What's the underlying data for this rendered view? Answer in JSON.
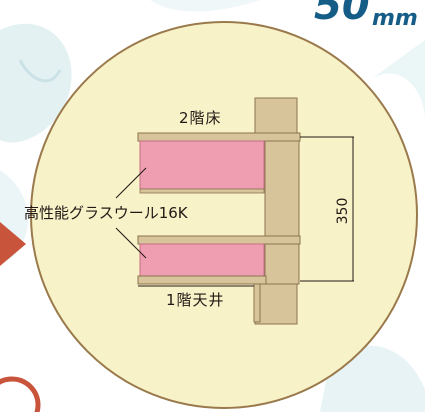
{
  "labels": {
    "floor_2": "2階床",
    "insulation": "高性能グラスウール16K",
    "ceiling_1": "1階天井"
  },
  "dimension": {
    "value": "350"
  },
  "banner": {
    "digits": "50",
    "unit": "mm"
  },
  "colors": {
    "circle_fill": "#f7f2c8",
    "circle_stroke": "#9a7a4c",
    "wood": "#d8c49a",
    "wood_dark": "#b8a276",
    "insulation": "#ef9db0",
    "arrow": "#c8553b",
    "accent_teal": "#5aa6b5",
    "banner_text": "#155d86"
  }
}
